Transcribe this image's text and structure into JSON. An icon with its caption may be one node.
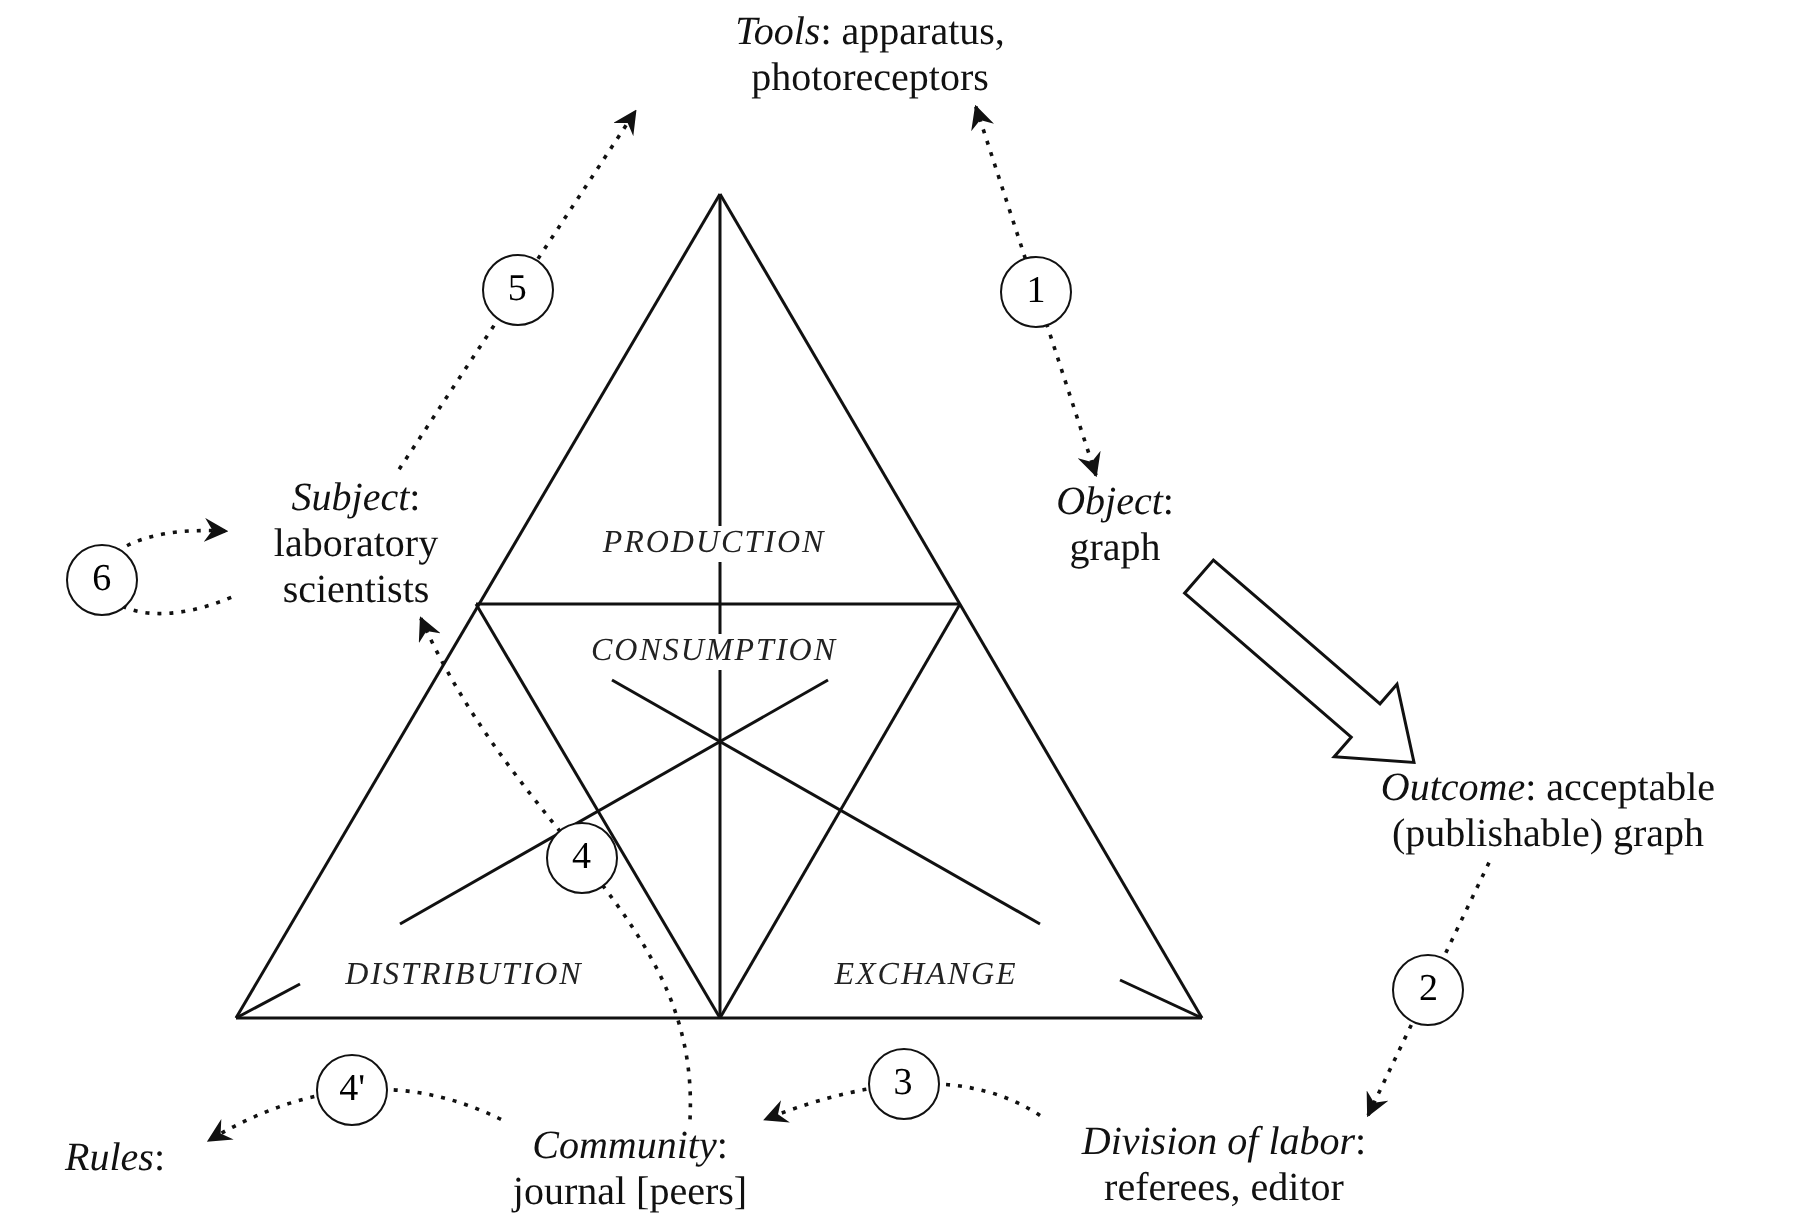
{
  "diagram": {
    "nodes": [
      {
        "text": [
          "*Tools*: apparatus, photoreceptors"
        ]
      },
      {
        "text": [
          "*Object*: graph"
        ]
      },
      {
        "text": [
          "*Subject*: laboratory scientists"
        ]
      },
      {
        "text": [
          "*Outcome*: acceptable (publishable) graph"
        ]
      },
      {
        "text": [
          "*Rules*:"
        ]
      },
      {
        "text": [
          "*Community*: journal [peers]"
        ]
      },
      {
        "text": [
          "*Division of labor*: referees, editor"
        ]
      }
    ],
    "edges": [
      {
        "from": 0,
        "to": 1,
        "arrow": "both",
        "label": "1"
      },
      {
        "from": 3,
        "to": 6,
        "arrow": "to",
        "label": "2"
      },
      {
        "from": 6,
        "to": 5,
        "arrow": "to",
        "label": "3"
      },
      {
        "from": 5,
        "to": 4,
        "arrow": "to",
        "label": "4'"
      },
      {
        "from": 5,
        "to": 2,
        "arrow": "to",
        "label": "4"
      },
      {
        "from": 2,
        "to": 0,
        "arrow": "to",
        "label": "5"
      },
      {
        "from": 2,
        "to": 2,
        "arrow": "to",
        "label": "6"
      },
      {
        "from": 1,
        "to": 3,
        "arrow": "to",
        "style": "thick"
      }
    ],
    "labels": [
      "PRODUCTION",
      "CONSUMPTION",
      "DISTRIBUTION",
      "EXCHANGE"
    ]
  }
}
